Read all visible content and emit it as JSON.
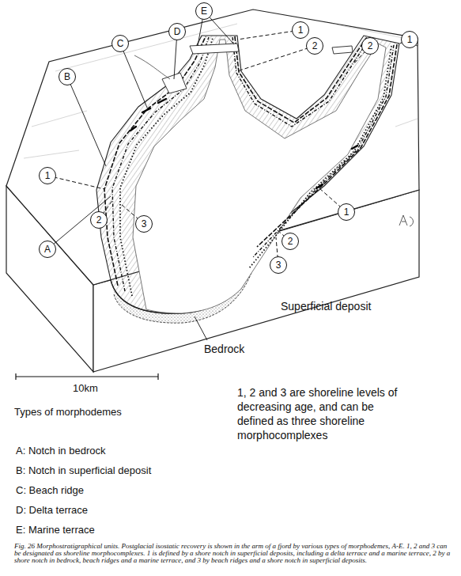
{
  "diagram": {
    "caption": "Fig. 26 Morphostratigraphical units. Postglacial isostatic recovery is shown in the arm of a fjord by various types of morphodemes, A-E. 1, 2 and 3 can be designated as shoreline morphocomplexes. 1 is defined by a shore notch in superficial deposits, including a delta terrace and a marine terrace, 2 by a shore notch in bedrock, beach ridges and a marine terrace, and 3 by beach ridges and a shore notch in superficial deposits.",
    "nodes": [
      {
        "text": [
          "E"
        ]
      },
      {
        "text": [
          "D"
        ]
      },
      {
        "text": [
          "1"
        ]
      },
      {
        "text": [
          "C"
        ]
      },
      {
        "text": [
          "2"
        ]
      },
      {
        "text": [
          "2"
        ]
      },
      {
        "text": [
          "1"
        ]
      },
      {
        "text": [
          "B"
        ]
      },
      {
        "text": [
          "1"
        ]
      },
      {
        "text": [
          "1"
        ]
      },
      {
        "text": [
          "2"
        ]
      },
      {
        "text": [
          "3"
        ]
      },
      {
        "text": [
          "2"
        ]
      },
      {
        "text": [
          "A"
        ]
      },
      {
        "text": [
          "3"
        ]
      }
    ],
    "labels": [
      "Superficial deposit",
      "Bedrock",
      "10km",
      "Types of morphodemes",
      "A: Notch in bedrock",
      "B: Notch in superficial deposit",
      "C: Beach ridge",
      "D: Delta terrace",
      "E: Marine terrace",
      "1, 2 and 3 are shoreline levels of decreasing age, and can be defined as three shoreline morphocomplexes"
    ]
  }
}
